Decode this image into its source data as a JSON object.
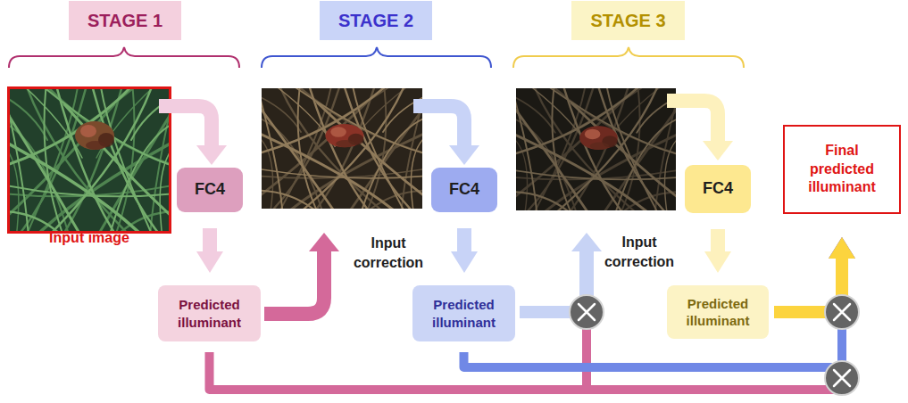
{
  "diagram": {
    "nodes": [
      {
        "text": [
          "STAGE 1"
        ]
      },
      {
        "text": [
          "STAGE 2"
        ]
      },
      {
        "text": [
          "STAGE 3"
        ]
      },
      {
        "text": [
          "FC4"
        ]
      },
      {
        "text": [
          "FC4"
        ]
      },
      {
        "text": [
          "FC4"
        ]
      },
      {
        "text": [
          "Final predicted illuminant"
        ]
      },
      {
        "text": [
          "Predicted illuminant"
        ]
      },
      {
        "text": [
          "Predicted illuminant"
        ]
      },
      {
        "text": [
          "Predicted illuminant"
        ]
      }
    ],
    "edges": [
      {
        "from": 3,
        "to": 7,
        "arrow": "to"
      },
      {
        "from": 4,
        "to": 8,
        "arrow": "to"
      },
      {
        "from": 5,
        "to": 9,
        "arrow": "to"
      },
      {
        "from": 7,
        "to": 6,
        "arrow": "to"
      },
      {
        "from": 8,
        "to": 6,
        "arrow": "to"
      },
      {
        "from": 9,
        "to": 6,
        "arrow": "to"
      }
    ],
    "labels": [
      "Input image",
      "Input correction",
      "Input correction"
    ]
  }
}
